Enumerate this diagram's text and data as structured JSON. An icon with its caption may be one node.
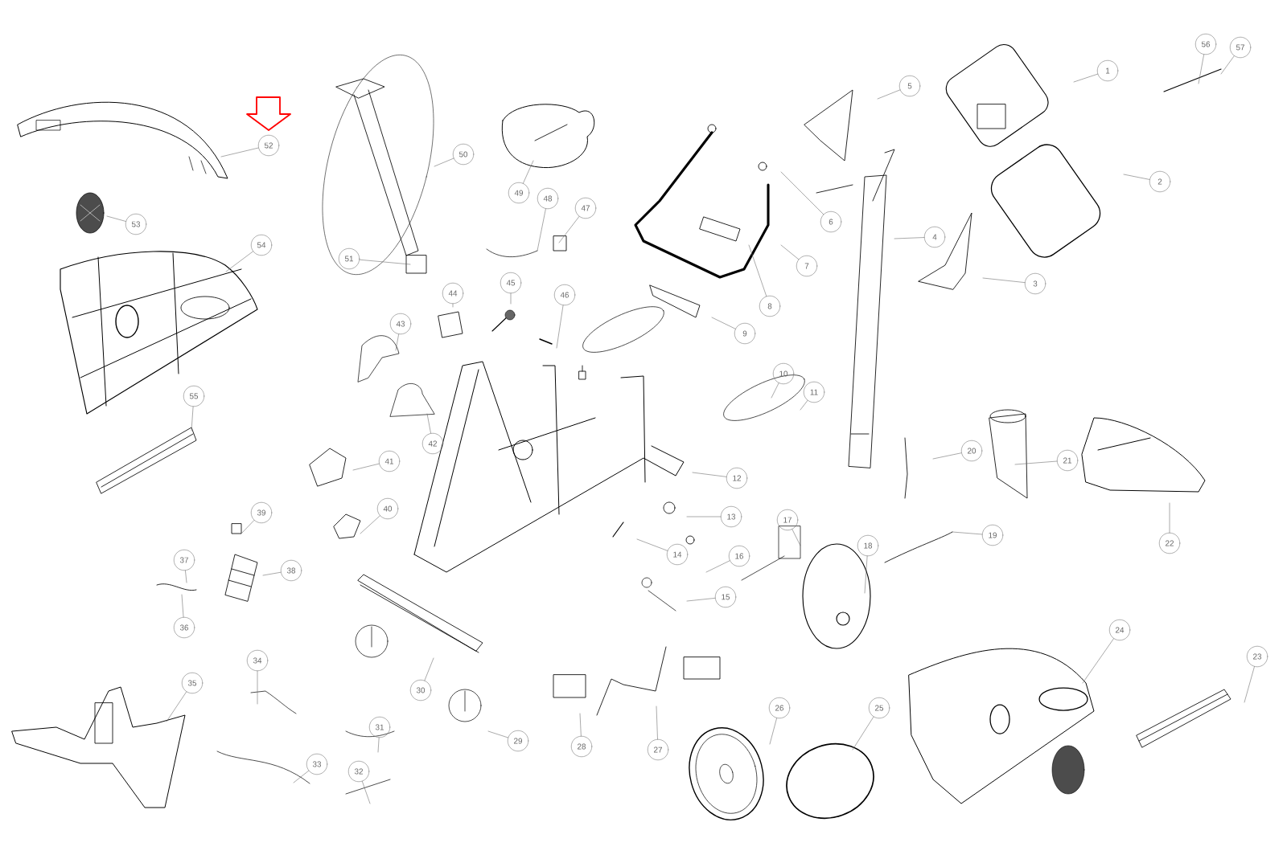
{
  "diagram": {
    "nodes": [
      {
        "text": [
          "1"
        ]
      },
      {
        "text": [
          "2"
        ]
      },
      {
        "text": [
          "3"
        ]
      },
      {
        "text": [
          "4"
        ]
      },
      {
        "text": [
          "5"
        ]
      },
      {
        "text": [
          "6"
        ]
      },
      {
        "text": [
          "7"
        ]
      },
      {
        "text": [
          "8"
        ]
      },
      {
        "text": [
          "9"
        ]
      },
      {
        "text": [
          "10"
        ]
      },
      {
        "text": [
          "11"
        ]
      },
      {
        "text": [
          "12"
        ]
      },
      {
        "text": [
          "13"
        ]
      },
      {
        "text": [
          "14"
        ]
      },
      {
        "text": [
          "15"
        ]
      },
      {
        "text": [
          "16"
        ]
      },
      {
        "text": [
          "17"
        ]
      },
      {
        "text": [
          "18"
        ]
      },
      {
        "text": [
          "19"
        ]
      },
      {
        "text": [
          "20"
        ]
      },
      {
        "text": [
          "21"
        ]
      },
      {
        "text": [
          "22"
        ]
      },
      {
        "text": [
          "23"
        ]
      },
      {
        "text": [
          "24"
        ]
      },
      {
        "text": [
          "25"
        ]
      },
      {
        "text": [
          "26"
        ]
      },
      {
        "text": [
          "27"
        ]
      },
      {
        "text": [
          "28"
        ]
      },
      {
        "text": [
          "29"
        ]
      },
      {
        "text": [
          "30"
        ]
      },
      {
        "text": [
          "31"
        ]
      },
      {
        "text": [
          "32"
        ]
      },
      {
        "text": [
          "33"
        ]
      },
      {
        "text": [
          "34"
        ]
      },
      {
        "text": [
          "35"
        ]
      },
      {
        "text": [
          "36"
        ]
      },
      {
        "text": [
          "37"
        ]
      },
      {
        "text": [
          "38"
        ]
      },
      {
        "text": [
          "39"
        ]
      },
      {
        "text": [
          "40"
        ]
      },
      {
        "text": [
          "41"
        ]
      },
      {
        "text": [
          "42"
        ]
      },
      {
        "text": [
          "43"
        ]
      },
      {
        "text": [
          "44"
        ]
      },
      {
        "text": [
          "45"
        ]
      },
      {
        "text": [
          "46"
        ]
      },
      {
        "text": [
          "47"
        ]
      },
      {
        "text": [
          "48"
        ]
      },
      {
        "text": [
          "49"
        ]
      },
      {
        "text": [
          "50"
        ]
      },
      {
        "text": [
          "51"
        ]
      },
      {
        "text": [
          "52"
        ]
      },
      {
        "text": [
          "53"
        ]
      },
      {
        "text": [
          "54"
        ]
      },
      {
        "text": [
          "55"
        ]
      },
      {
        "text": [
          "56"
        ]
      },
      {
        "text": [
          "57"
        ]
      }
    ],
    "edges": [
      {
        "from": 0,
        "to": null,
        "arrow": "none"
      },
      {
        "from": 1,
        "to": null,
        "arrow": "none"
      },
      {
        "from": 2,
        "to": null,
        "arrow": "none"
      },
      {
        "from": 3,
        "to": null,
        "arrow": "none"
      },
      {
        "from": 4,
        "to": null,
        "arrow": "none"
      },
      {
        "from": 5,
        "to": null,
        "arrow": "none"
      },
      {
        "from": 6,
        "to": null,
        "arrow": "none"
      },
      {
        "from": 7,
        "to": null,
        "arrow": "none"
      },
      {
        "from": 8,
        "to": null,
        "arrow": "none"
      },
      {
        "from": 9,
        "to": null,
        "arrow": "none"
      },
      {
        "from": 10,
        "to": null,
        "arrow": "none"
      },
      {
        "from": 11,
        "to": null,
        "arrow": "none"
      },
      {
        "from": 12,
        "to": null,
        "arrow": "none"
      },
      {
        "from": 13,
        "to": null,
        "arrow": "none"
      },
      {
        "from": 14,
        "to": null,
        "arrow": "none"
      },
      {
        "from": 15,
        "to": null,
        "arrow": "none"
      },
      {
        "from": 16,
        "to": null,
        "arrow": "none"
      },
      {
        "from": 17,
        "to": null,
        "arrow": "none"
      },
      {
        "from": 18,
        "to": null,
        "arrow": "none"
      },
      {
        "from": 19,
        "to": null,
        "arrow": "none"
      },
      {
        "from": 20,
        "to": null,
        "arrow": "none"
      },
      {
        "from": 21,
        "to": null,
        "arrow": "none"
      },
      {
        "from": 22,
        "to": null,
        "arrow": "none"
      },
      {
        "from": 23,
        "to": null,
        "arrow": "none"
      },
      {
        "from": 24,
        "to": null,
        "arrow": "none"
      },
      {
        "from": 25,
        "to": null,
        "arrow": "none"
      },
      {
        "from": 26,
        "to": null,
        "arrow": "none"
      },
      {
        "from": 27,
        "to": null,
        "arrow": "none"
      },
      {
        "from": 28,
        "to": null,
        "arrow": "none"
      },
      {
        "from": 29,
        "to": null,
        "arrow": "none"
      },
      {
        "from": 30,
        "to": null,
        "arrow": "none"
      },
      {
        "from": 31,
        "to": null,
        "arrow": "none"
      },
      {
        "from": 32,
        "to": null,
        "arrow": "none"
      },
      {
        "from": 33,
        "to": null,
        "arrow": "none"
      },
      {
        "from": 34,
        "to": null,
        "arrow": "none"
      },
      {
        "from": 35,
        "to": null,
        "arrow": "none"
      },
      {
        "from": 36,
        "to": null,
        "arrow": "none"
      },
      {
        "from": 37,
        "to": null,
        "arrow": "none"
      },
      {
        "from": 38,
        "to": null,
        "arrow": "none"
      },
      {
        "from": 39,
        "to": null,
        "arrow": "none"
      },
      {
        "from": 40,
        "to": null,
        "arrow": "none"
      },
      {
        "from": 41,
        "to": null,
        "arrow": "none"
      },
      {
        "from": 42,
        "to": null,
        "arrow": "none"
      },
      {
        "from": 43,
        "to": null,
        "arrow": "none"
      },
      {
        "from": 44,
        "to": null,
        "arrow": "none"
      },
      {
        "from": 45,
        "to": null,
        "arrow": "none"
      },
      {
        "from": 46,
        "to": null,
        "arrow": "none"
      },
      {
        "from": 47,
        "to": null,
        "arrow": "none"
      },
      {
        "from": 48,
        "to": null,
        "arrow": "none"
      },
      {
        "from": 49,
        "to": null,
        "arrow": "none"
      },
      {
        "from": 50,
        "to": null,
        "arrow": "none"
      },
      {
        "from": 51,
        "to": null,
        "arrow": "none"
      },
      {
        "from": 52,
        "to": null,
        "arrow": "none"
      },
      {
        "from": 53,
        "to": null,
        "arrow": "none"
      },
      {
        "from": 54,
        "to": null,
        "arrow": "none"
      },
      {
        "from": 55,
        "to": null,
        "arrow": "none"
      },
      {
        "from": 56,
        "to": null,
        "arrow": "none"
      },
      {
        "from": null,
        "to": 51,
        "arrow": "to",
        "color": "#ff0000"
      }
    ]
  }
}
